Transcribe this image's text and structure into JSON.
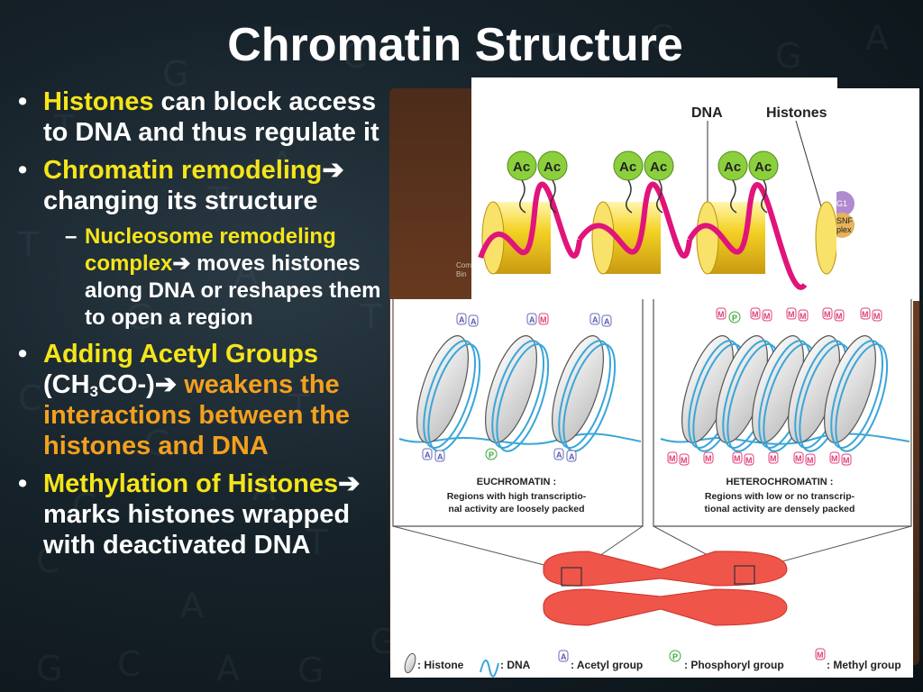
{
  "slide": {
    "title": "Chromatin Structure",
    "background_letters": [
      "T",
      "G",
      "A",
      "C",
      "T",
      "G",
      "A",
      "C",
      "G",
      "T",
      "C",
      "A",
      "T",
      "G",
      "C",
      "A",
      "G",
      "T",
      "C",
      "G",
      "A",
      "T",
      "C",
      "A",
      "T",
      "G"
    ]
  },
  "bullets": {
    "b1": {
      "highlight": "Histones",
      "text": " can block access to DNA and thus regulate it"
    },
    "b2": {
      "highlight": "Chromatin remodeling",
      "arrow": "➔",
      "text": "changing its structure"
    },
    "b3": {
      "highlight": "Nucleosome remodeling complex",
      "arrow": "➔",
      "text": " moves histones along DNA or reshapes them to open a region"
    },
    "b4": {
      "highlight": "Adding Acetyl Groups",
      "formula_a": "(CH",
      "formula_sub": "3",
      "formula_b": "CO-)",
      "arrow": "➔",
      "text": " weakens the interactions between the histones and DNA"
    },
    "b5": {
      "highlight": "Methylation of Histones",
      "arrow": "➔",
      "text": " marks histones wrapped with deactivated DNA"
    },
    "bullet_char": "•",
    "dash_char": "–"
  },
  "figure_top": {
    "label_dna": "DNA",
    "label_histones": "Histones",
    "acetyl": "Ac",
    "side_labels": [
      "G1",
      "SNF",
      "plex"
    ],
    "left_labels": [
      "Com",
      "Bin"
    ]
  },
  "figure_bottom": {
    "mark_acetyl": "A",
    "mark_phospho": "P",
    "mark_methyl": "M",
    "euchromatin_title": "EUCHROMATIN :",
    "euchromatin_desc_1": "Regions with high transcriptio-",
    "euchromatin_desc_2": "nal activity are loosely packed",
    "heterochromatin_title": "HETEROCHROMATIN :",
    "heterochromatin_desc_1": "Regions with low or no transcrip-",
    "heterochromatin_desc_2": "tional activity are densely packed",
    "legend": [
      ": Histone",
      ": DNA",
      ": Acetyl group",
      ": Phosphoryl group",
      ": Methyl group"
    ]
  },
  "colors": {
    "highlight_yellow": "#f5e51a",
    "highlight_orange": "#f3a01e",
    "dna_pink": "#e0147a",
    "histone_yellow": "#f4d225",
    "acetyl_green": "#8ccf3c",
    "dna_blue": "#3aa6d8",
    "chromosome_red": "#f0554a",
    "methyl_pink": "#e0407a",
    "acetyl_purple": "#6a6ab8"
  }
}
